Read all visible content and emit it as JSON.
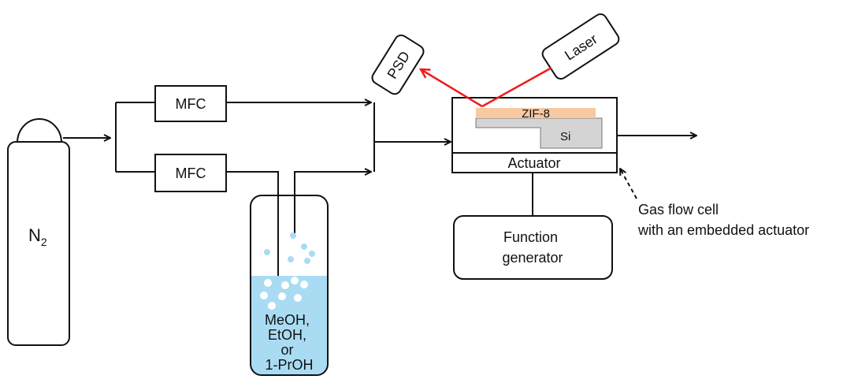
{
  "labels": {
    "gas": "N",
    "gas_subscript": "2",
    "mfc_top": "MFC",
    "mfc_bottom": "MFC",
    "solvent_lines": [
      "MeOH,",
      "EtOH,",
      "or",
      "1-PrOH"
    ],
    "psd": "PSD",
    "laser": "Laser",
    "film": "ZIF-8",
    "substrate": "Si",
    "actuator": "Actuator",
    "function_generator_lines": [
      "Function",
      "generator"
    ],
    "cell_note_lines": [
      "Gas flow cell",
      "with an embedded actuator"
    ]
  },
  "colors": {
    "line": "#111111",
    "laser_beam": "#ee1c1c",
    "liquid": "#a9dcf3",
    "bubble": "#a9dcf3",
    "film": "#f7c9a1",
    "substrate": "#d4d4d4"
  }
}
